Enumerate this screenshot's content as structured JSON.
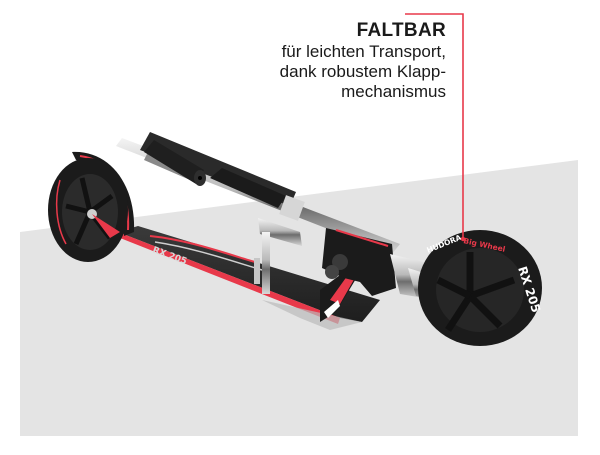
{
  "callout": {
    "title": "FALTBAR",
    "lines": [
      "für leichten Transport,",
      "dank robustem Klapp-",
      "mechanismus"
    ],
    "line_color": "#e8394a"
  },
  "product": {
    "brand": "HUDORA",
    "wheel_label": "Big Wheel",
    "model": "RX 205",
    "deck_label": "RX 205"
  },
  "colors": {
    "background": "#ffffff",
    "floor": "#e4e4e4",
    "accent_red": "#e8394a",
    "wheel_black": "#1b1b1b"
  }
}
